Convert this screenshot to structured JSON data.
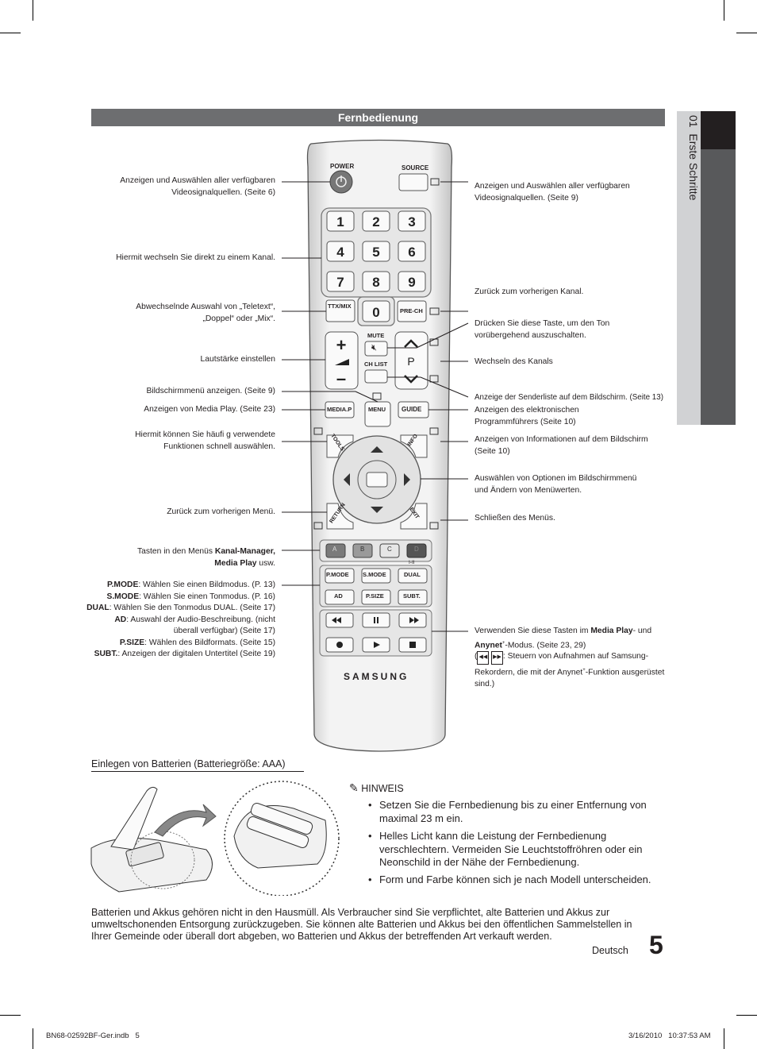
{
  "section_title": "Fernbedienung",
  "side_tab": {
    "number": "01",
    "label": "Erste Schritte"
  },
  "remote": {
    "power_label": "POWER",
    "source_label": "SOURCE",
    "digits": [
      "1",
      "2",
      "3",
      "4",
      "5",
      "6",
      "7",
      "8",
      "9"
    ],
    "ttx_label": "TTX/MIX",
    "zero_label": "0",
    "prech_label": "PRE-CH",
    "mute_label": "MUTE",
    "chlist_label": "CH LIST",
    "vol_plus": "+",
    "vol_minus": "–",
    "ch_label": "P",
    "mediap_label": "MEDIA.P",
    "menu_label": "MENU",
    "guide_label": "GUIDE",
    "tools_label": "TOOLS",
    "info_label": "INFO",
    "return_label": "RETURN",
    "exit_label": "EXIT",
    "color_buttons": [
      "A",
      "B",
      "C",
      "D"
    ],
    "mode_row1": [
      "P.MODE",
      "S.MODE",
      "DUAL"
    ],
    "mode_row2": [
      "AD",
      "P.SIZE",
      "SUBT."
    ],
    "dual_indicator": "I-II",
    "media_buttons": [
      "rewind",
      "pause",
      "fast-forward",
      "record",
      "play",
      "stop"
    ],
    "brand": "SAMSUNG"
  },
  "left_labels": {
    "power": [
      "Anzeigen und Auswählen aller verfügbaren",
      "Videosignalquellen. (Seite 6)"
    ],
    "digits": "Hiermit wechseln Sie direkt zu einem Kanal.",
    "ttx": [
      "Abwechselnde Auswahl von „Teletext“,",
      "„Doppel“ oder „Mix“."
    ],
    "volume": "Lautstärke einstellen",
    "menu": "Bildschirmmenü anzeigen. (Seite 9)",
    "mediap": "Anzeigen von Media Play. (Seite 23)",
    "tools": [
      "Hiermit können Sie häufi g verwendete",
      "Funktionen schnell auswählen."
    ],
    "return": "Zurück zum vorherigen Menü.",
    "colors_prefix": "Tasten in den Menüs ",
    "colors_bold1": "Kanal-Manager,",
    "colors_bold2": "Media Play",
    "colors_suffix": " usw.",
    "modes": [
      {
        "key": "P.MODE",
        "text": ": Wählen Sie einen Bildmodus. (P. 13)"
      },
      {
        "key": "S.MODE",
        "text": ": Wählen Sie einen Tonmodus. (P. 16)"
      },
      {
        "key": "DUAL",
        "text": ": Wählen Sie den Tonmodus DUAL. (Seite 17)"
      },
      {
        "key": "AD",
        "text": ": Auswahl der Audio-Beschreibung. (nicht"
      },
      {
        "key": "",
        "text": "überall verfügbar) (Seite 17)"
      },
      {
        "key": "P.SIZE",
        "text": ": Wählen des Bildformats. (Seite 15)"
      },
      {
        "key": "SUBT.",
        "text": ": Anzeigen der digitalen Untertitel (Seite 19)"
      }
    ]
  },
  "right_labels": {
    "source": [
      "Anzeigen und Auswählen aller verfügbaren",
      "Videosignalquellen. (Seite 9)"
    ],
    "prech": "Zurück zum vorherigen Kanal.",
    "mute": [
      "Drücken Sie diese Taste, um den Ton",
      "vorübergehend auszuschalten."
    ],
    "channel": "Wechseln des Kanals",
    "chlist": "Anzeige der Senderliste auf dem Bildschirm. (Seite 13)",
    "guide": [
      "Anzeigen des elektronischen",
      "Programmführers (Seite 10)"
    ],
    "info": [
      "Anzeigen von Informationen auf dem Bildschirm",
      "(Seite 10)"
    ],
    "nav": [
      "Auswählen von Optionen im Bildschirmmenü",
      "und Ändern von Menüwerten."
    ],
    "exit": "Schließen des Menüs.",
    "media_l1a": "Verwenden Sie diese Tasten im ",
    "media_l1b": "Media Play",
    "media_l1c": "- und",
    "media_l2a": "Anynet",
    "media_l2b": "+",
    "media_l2c": "-Modus. (Seite 23, 29)",
    "media_l3a": "(",
    "media_l3b": ": Steuern von Aufnahmen auf Samsung-",
    "media_l4": "Rekordern, die mit der Anynet",
    "media_l4b": "+",
    "media_l4c": "-Funktion ausgerüstet",
    "media_l5": "sind.)"
  },
  "battery_heading": "Einlegen von Batterien (Batteriegröße: AAA)",
  "hinweis": {
    "title": "HINWEIS",
    "bullets": [
      [
        "Setzen Sie die Fernbedienung bis zu einer Entfernung von",
        "maximal 23 m ein."
      ],
      [
        "Helles Licht kann die Leistung der Fernbedienung",
        "verschlechtern. Vermeiden Sie Leuchtstoffröhren oder ein",
        "Neonschild in der Nähe der Fernbedienung."
      ],
      [
        "Form und Farbe können sich je nach Modell unterscheiden."
      ]
    ]
  },
  "disposal": [
    "Batterien und Akkus gehören nicht in den Hausmüll. Als Verbraucher sind Sie verpflichtet, alte Batterien und Akkus zur",
    "umweltschonenden Entsorgung zurückzugeben. Sie können alte Batterien und Akkus bei den öffentlichen Sammelstellen in",
    "Ihrer Gemeinde oder überall dort abgeben, wo Batterien und Akkus der betreffenden Art verkauft werden."
  ],
  "language": "Deutsch",
  "page_number": "5",
  "footer": {
    "file": "BN68-02592BF-Ger.indb   5",
    "date": "3/16/2010   10:37:53 AM"
  }
}
